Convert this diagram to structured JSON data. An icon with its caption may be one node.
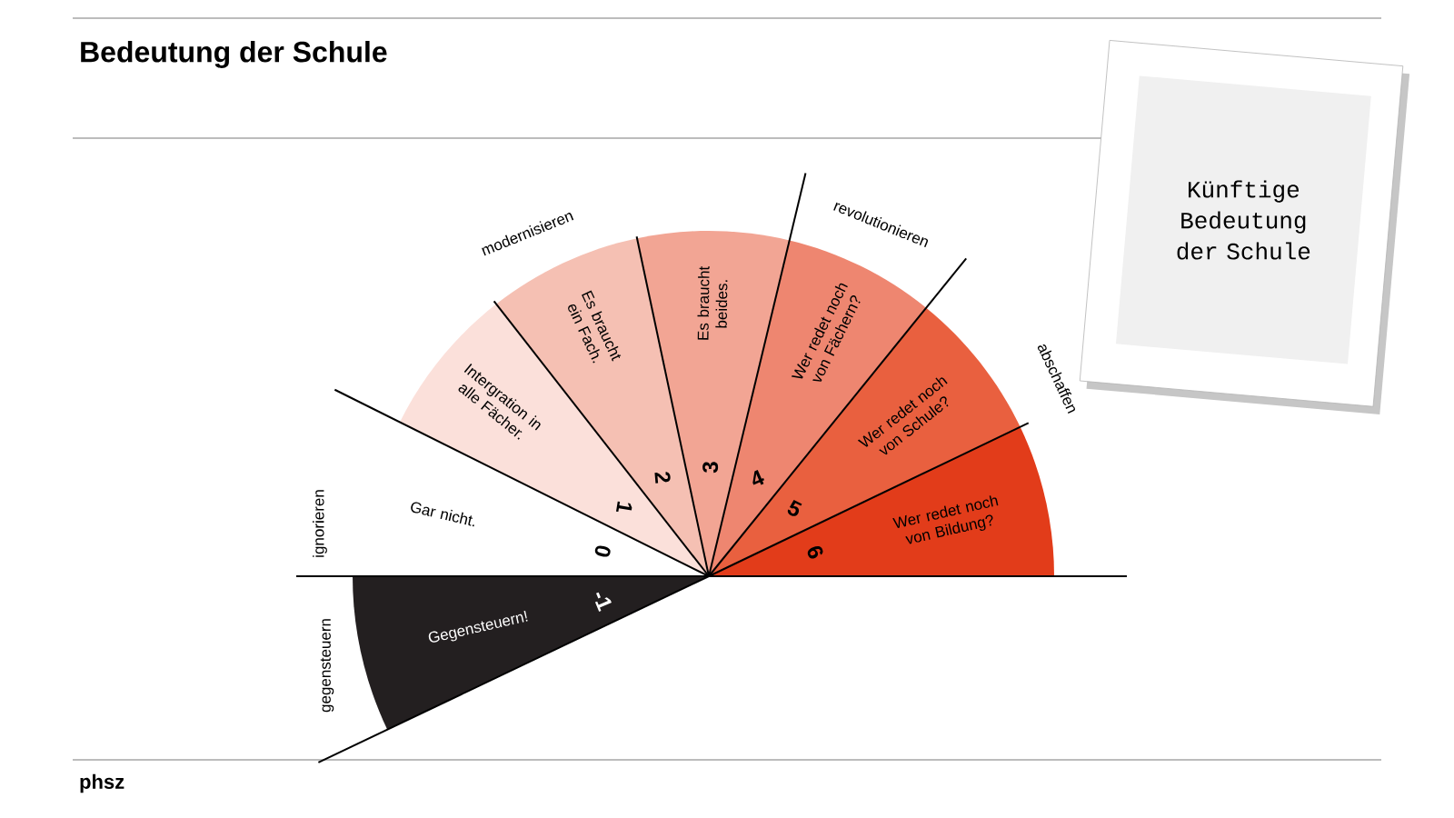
{
  "diagram": {
    "title": "Bedeutung der Schule",
    "nodes": [
      {
        "text": [
          "Künftige Bedeutung der Schule"
        ]
      },
      {
        "text": [
          "Gar nicht.",
          "0"
        ]
      },
      {
        "text": [
          "Intergration in alle Fächer.",
          "1"
        ]
      },
      {
        "text": [
          "Es braucht ein Fach.",
          "2"
        ]
      },
      {
        "text": [
          "Es braucht beides.",
          "3"
        ]
      },
      {
        "text": [
          "Wer redet noch von Fächern?",
          "4"
        ]
      },
      {
        "text": [
          "Wer redet noch von Schule?",
          "5"
        ]
      },
      {
        "text": [
          "Wer redet noch von Bildung?",
          "6"
        ]
      },
      {
        "text": [
          "Gegensteuern!",
          "-1"
        ]
      }
    ],
    "labels": [
      "modernisieren",
      "revolutionieren",
      "ignorieren",
      "abschaffen",
      "gegensteuern",
      "phsz"
    ]
  }
}
